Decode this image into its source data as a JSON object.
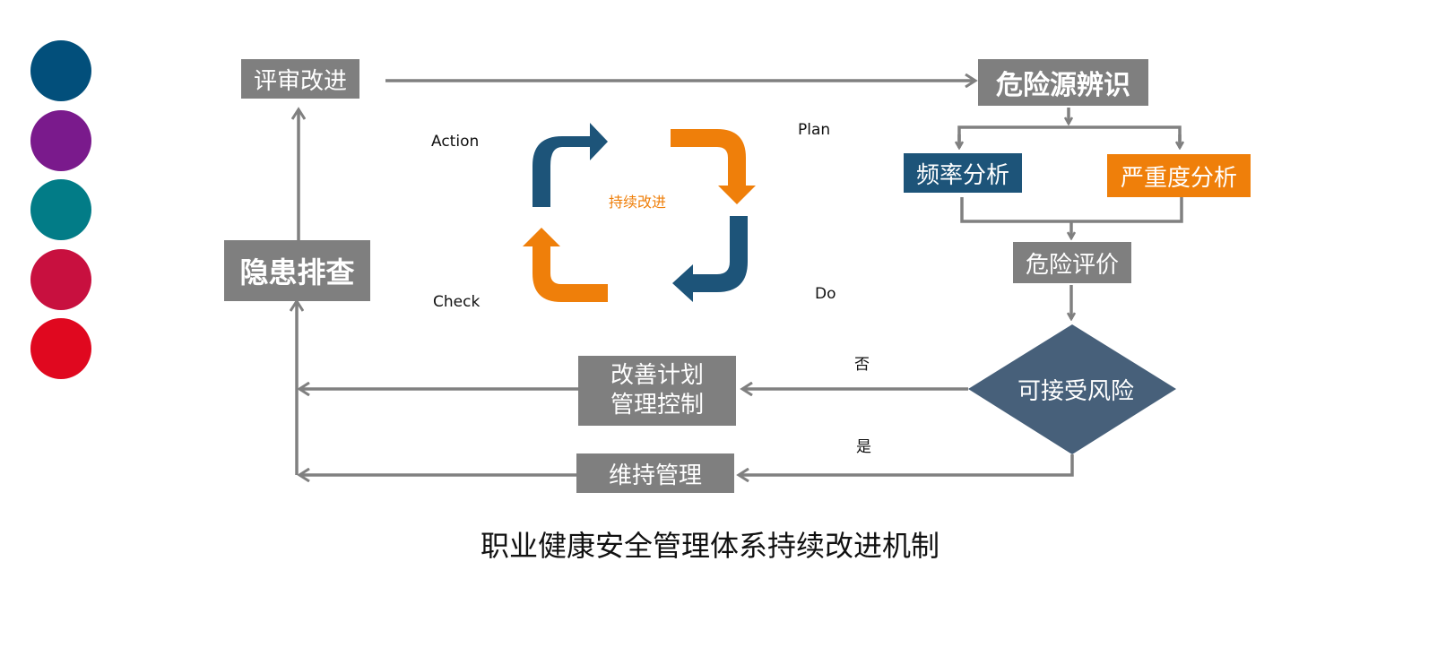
{
  "colors": {
    "dots": [
      "#024f7b",
      "#7a1a8c",
      "#027c87",
      "#c8103f",
      "#e0081f"
    ],
    "box_gray": "#7f7f7f",
    "blue": "#1d5479",
    "orange": "#ef7f0a",
    "diamond": "#47607a",
    "arrow_gray": "#808080"
  },
  "boxes": {
    "review": "评审改进",
    "hazard_id": "危险源辨识",
    "frequency": "频率分析",
    "severity": "严重度分析",
    "risk_eval": "危险评价",
    "hidden_danger": "隐患排查",
    "improve_line1": "改善计划",
    "improve_line2": "管理控制",
    "maintain": "维持管理"
  },
  "diamond": {
    "label": "可接受风险"
  },
  "cycle": {
    "center": "持续改进",
    "action": "Action",
    "plan": "Plan",
    "check": "Check",
    "do": "Do"
  },
  "decision": {
    "no": "否",
    "yes": "是"
  },
  "caption": "职业健康安全管理体系持续改进机制"
}
